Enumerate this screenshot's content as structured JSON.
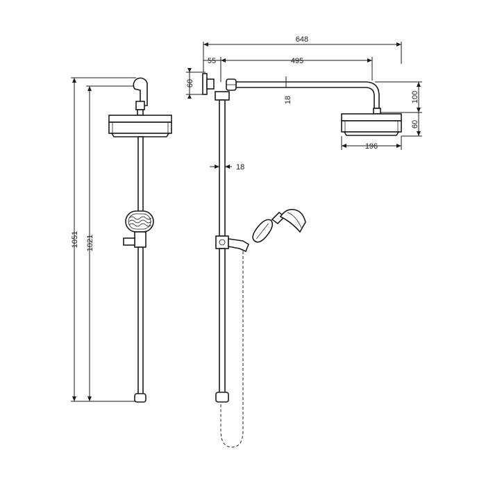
{
  "colors": {
    "line": "#1a1a1a",
    "background": "#ffffff"
  },
  "dimensions": {
    "overall_height": "1051",
    "bar_height": "1021",
    "projection_total": "648",
    "wall_to_bar": "55",
    "arm_length": "495",
    "backplate_height": "60",
    "arm_diameter": "18",
    "arm_drop": "100",
    "head_depth": "60",
    "head_diameter": "196",
    "rail_diameter": "18"
  }
}
